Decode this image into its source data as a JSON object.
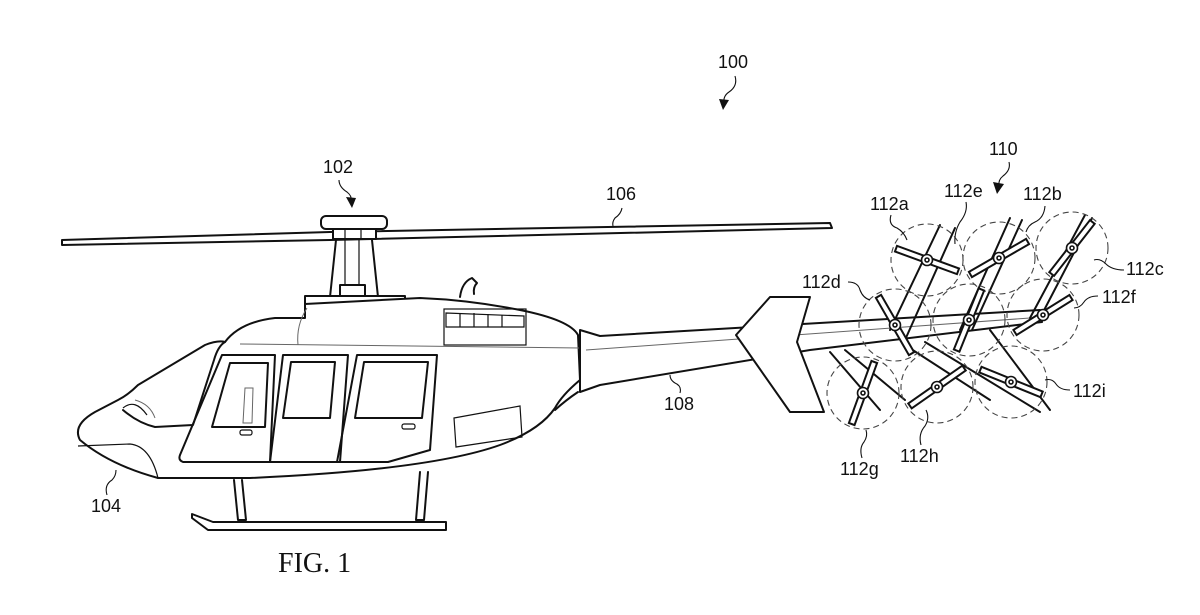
{
  "figure": {
    "caption": "FIG. 1",
    "subject": "helicopter with distributed anti-torque rotor array",
    "line_color": "#111111",
    "background": "#ffffff"
  },
  "references": {
    "aircraft": "100",
    "main_rotor_system": "102",
    "fuselage": "104",
    "main_rotor_blade": "106",
    "tail_boom": "108",
    "anti_torque_matrix": "110"
  },
  "rotors": [
    {
      "id": "112a"
    },
    {
      "id": "112b"
    },
    {
      "id": "112c"
    },
    {
      "id": "112d"
    },
    {
      "id": "112e"
    },
    {
      "id": "112f"
    },
    {
      "id": "112g"
    },
    {
      "id": "112h"
    },
    {
      "id": "112i"
    }
  ]
}
